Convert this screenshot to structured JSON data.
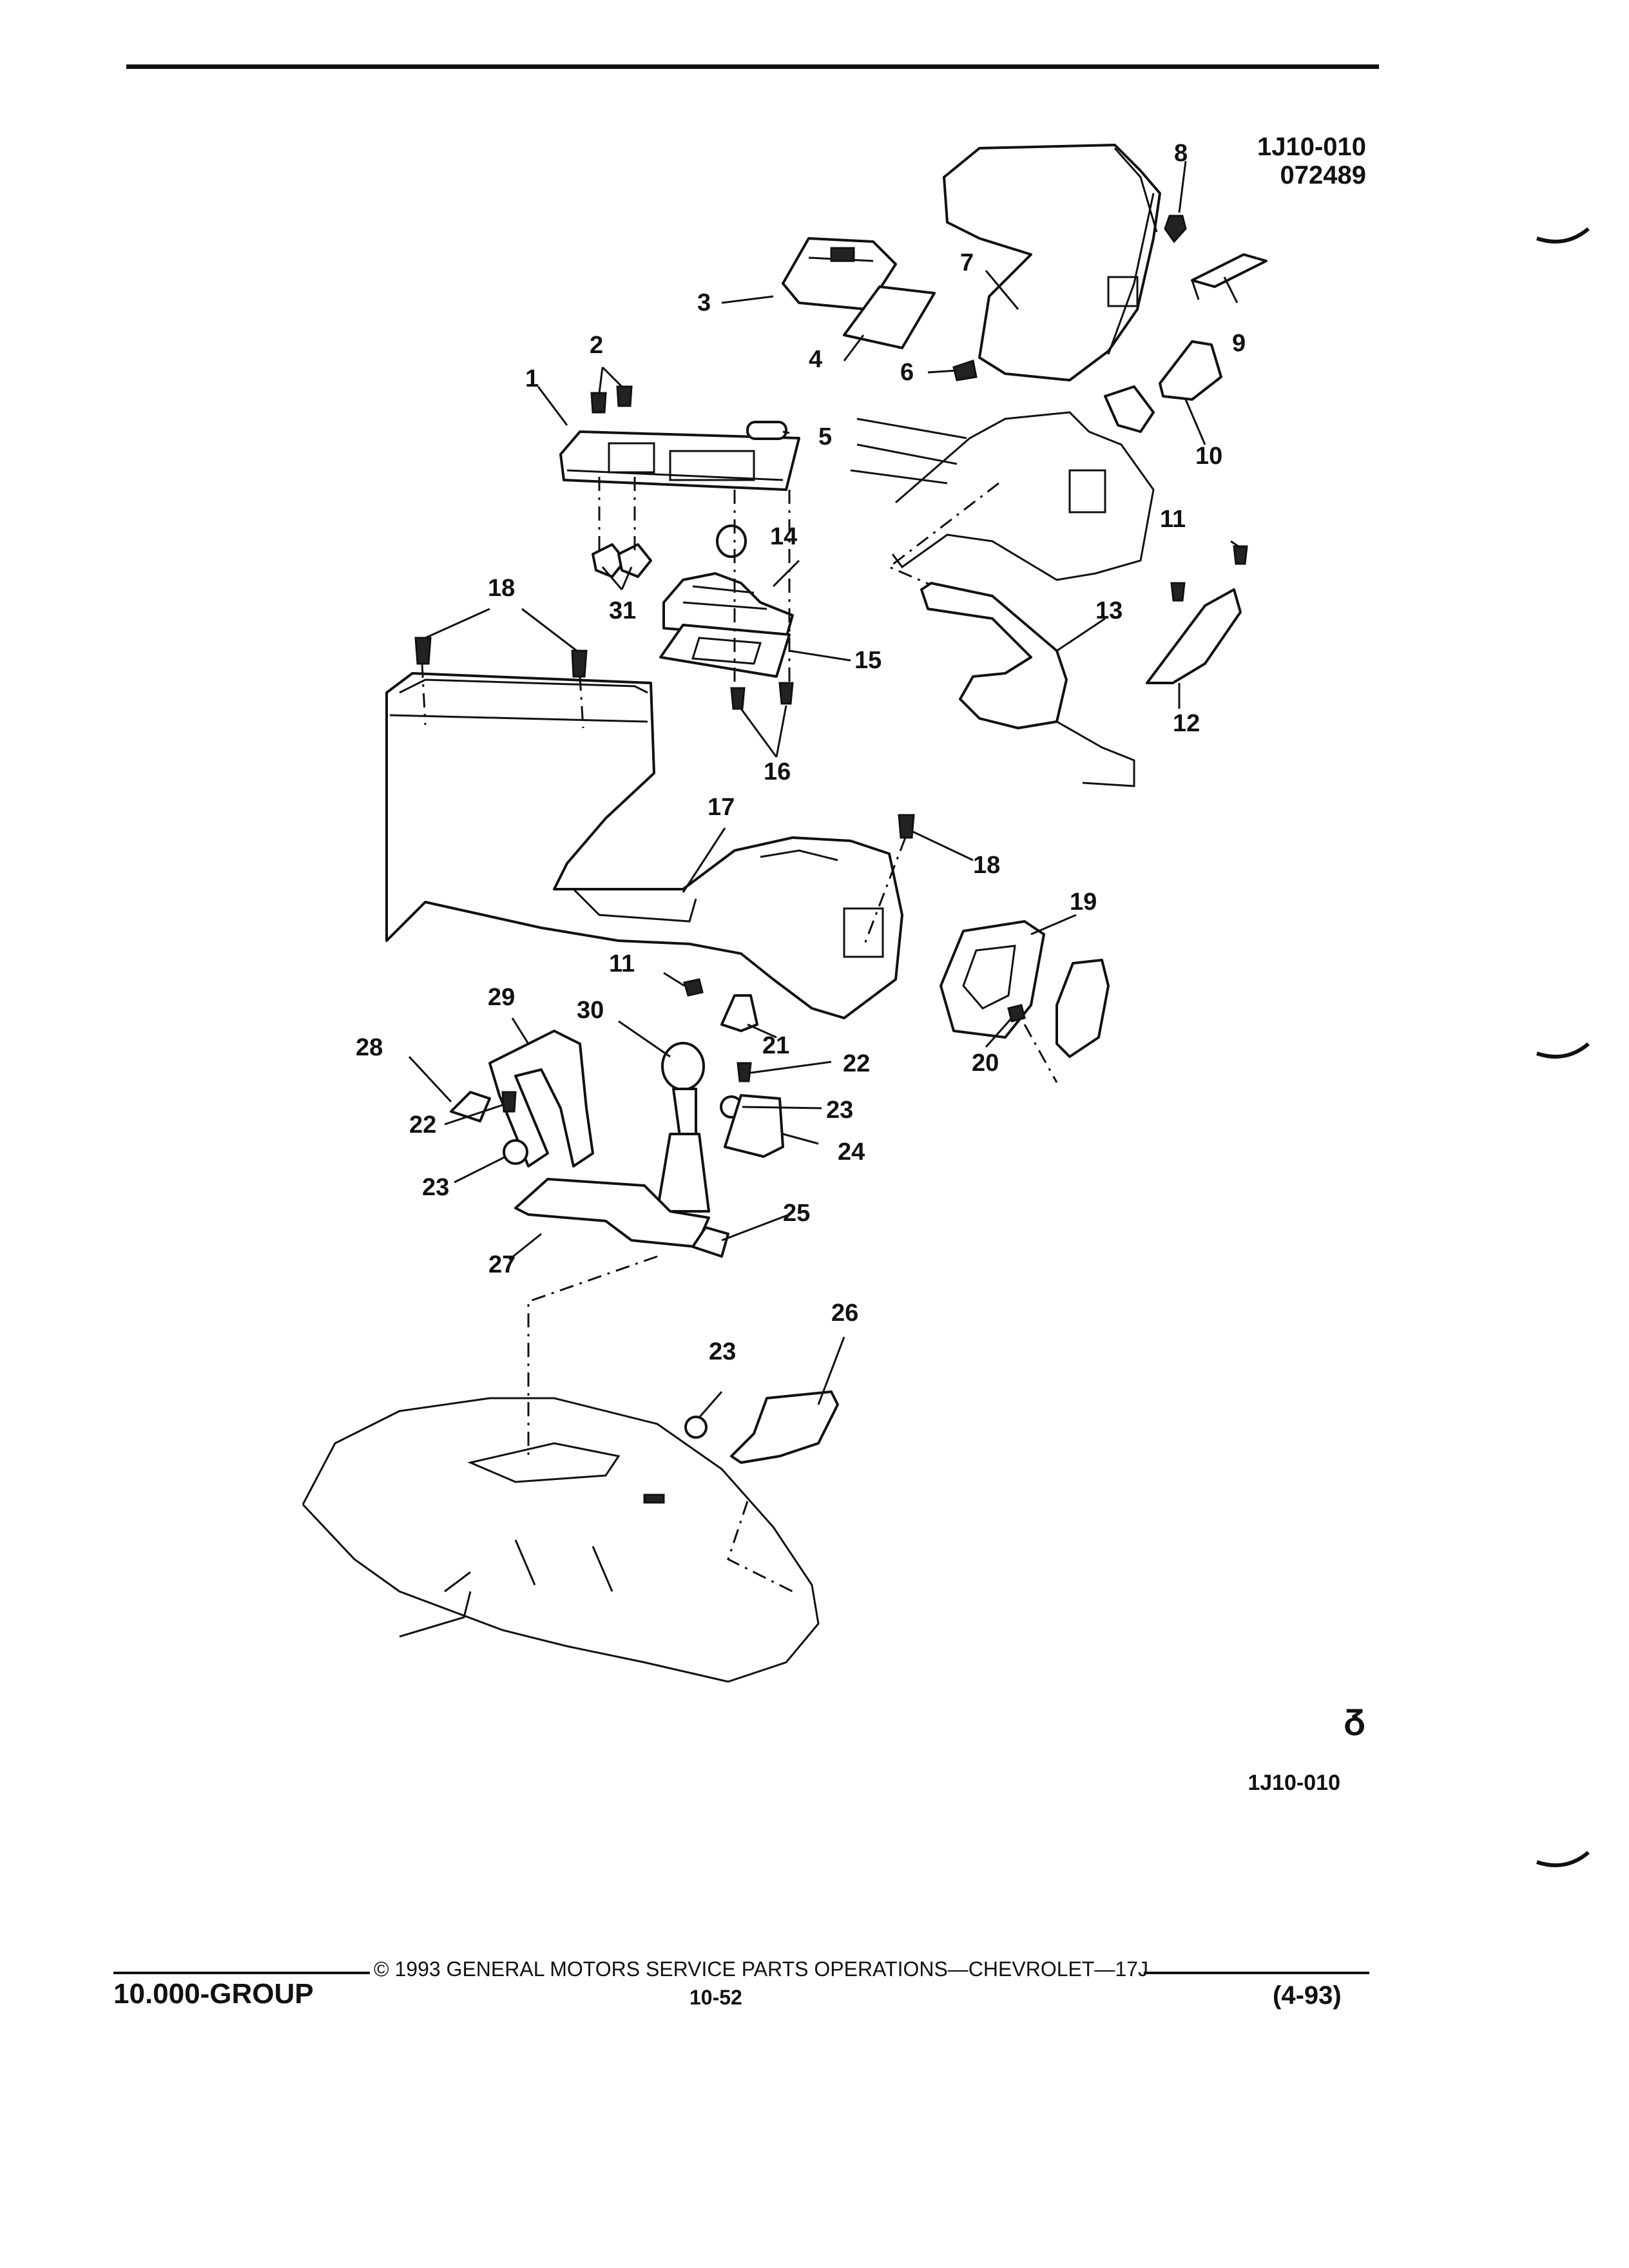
{
  "figure": {
    "code_top": "1J10-010",
    "date_code": "072489",
    "code_bottom": "1J10-010",
    "mark": "ᵹ"
  },
  "callouts": {
    "c1": "1",
    "c2": "2",
    "c3": "3",
    "c4": "4",
    "c5": "5",
    "c6": "6",
    "c7": "7",
    "c8": "8",
    "c9": "9",
    "c10": "10",
    "c11a": "11",
    "c11b": "11",
    "c12": "12",
    "c13": "13",
    "c14": "14",
    "c15": "15",
    "c16": "16",
    "c17": "17",
    "c18a": "18",
    "c18b": "18",
    "c19": "19",
    "c20": "20",
    "c21": "21",
    "c22a": "22",
    "c22b": "22",
    "c23a": "23",
    "c23b": "23",
    "c23c": "23",
    "c24": "24",
    "c25": "25",
    "c26": "26",
    "c27": "27",
    "c28": "28",
    "c29": "29",
    "c30": "30",
    "c31": "31"
  },
  "footer": {
    "group": "10.000-GROUP",
    "copyright": "© 1993 GENERAL MOTORS SERVICE PARTS OPERATIONS—CHEVROLET—17J",
    "page": "10-52",
    "revision": "(4-93)"
  }
}
